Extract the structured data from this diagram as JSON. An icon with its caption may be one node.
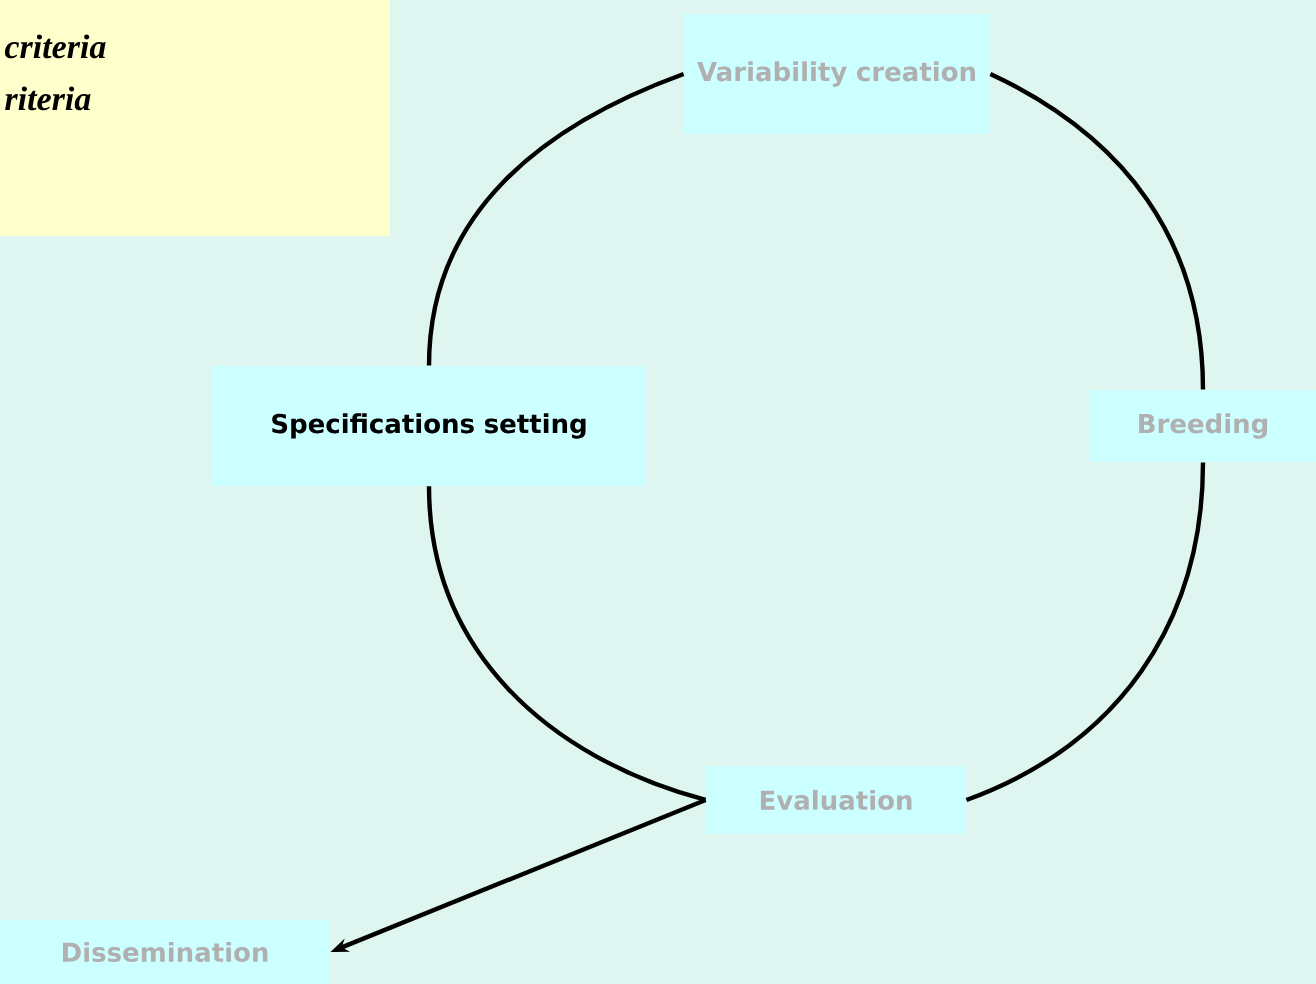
{
  "diagram": {
    "nodes": [
      {
        "text": [
          "criteria",
          "riteria"
        ]
      },
      {
        "text": [
          "Variability creation"
        ]
      },
      {
        "text": [
          "Breeding"
        ]
      },
      {
        "text": [
          "Evaluation"
        ]
      },
      {
        "text": [
          "Specifications setting"
        ]
      },
      {
        "text": [
          "Dissemination"
        ]
      }
    ],
    "edges": [
      {
        "from": 1,
        "to": 2,
        "arrow": "none"
      },
      {
        "from": 2,
        "to": 3,
        "arrow": "none"
      },
      {
        "from": 3,
        "to": 4,
        "arrow": "none"
      },
      {
        "from": 4,
        "to": 1,
        "arrow": "none"
      },
      {
        "from": 3,
        "to": 5,
        "arrow": "to"
      }
    ]
  }
}
